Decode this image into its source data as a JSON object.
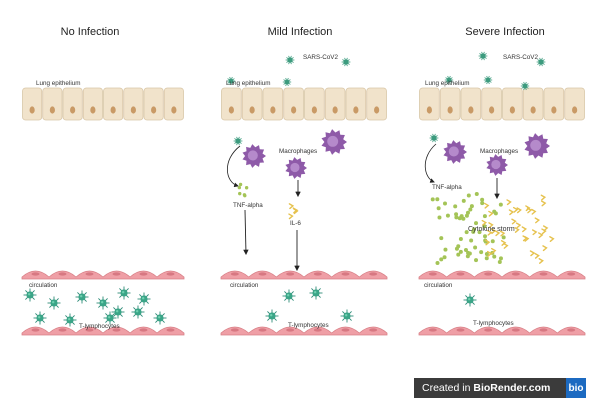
{
  "panels": [
    {
      "title": "No Infection",
      "epithelium_label": "Lung epithelium",
      "circulation_label": "circulation",
      "tcell_label": "T-lymphocytes"
    },
    {
      "title": "Mild Infection",
      "epithelium_label": "Lung epithelium",
      "virus_label": "SARS-CoV2",
      "macrophage_label": "Macrophages",
      "tnf_label": "TNF-alpha",
      "il6_label": "IL-6",
      "circulation_label": "circulation",
      "tcell_label": "T-lymphocytes"
    },
    {
      "title": "Severe Infection",
      "epithelium_label": "Lung epithelium",
      "virus_label": "SARS-CoV2",
      "macrophage_label": "Macrophages",
      "tnf_label": "TNF-alpha",
      "storm_label": "Cytokine storm",
      "circulation_label": "circulation",
      "tcell_label": "T-lymphocytes"
    }
  ],
  "badge": {
    "prefix": "Created in ",
    "brand": "BioRender.com",
    "logo": "bio"
  },
  "colors": {
    "epithelium": "#f1e3cb",
    "nucleus": "#c99a66",
    "vessel": "#ef9fa6",
    "virus": "#3c9b7e",
    "macrophage": "#8e5aa8",
    "tnf": "#a4c457",
    "il6": "#e6c24e"
  }
}
